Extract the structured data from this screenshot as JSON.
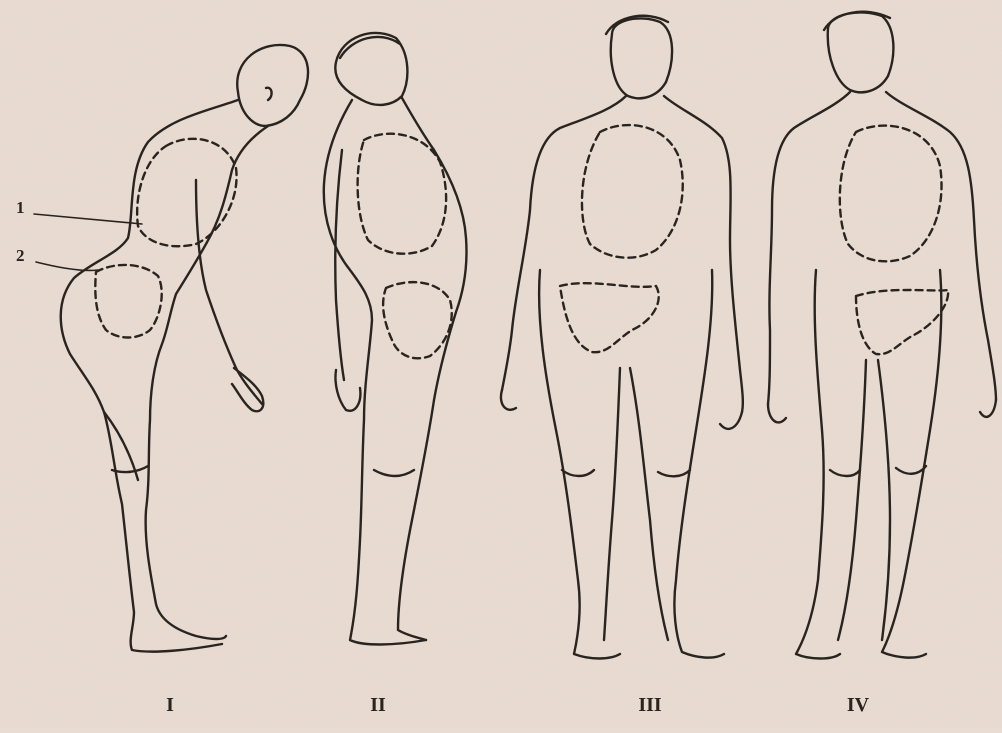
{
  "figure": {
    "callouts": [
      {
        "id": "1",
        "label": "1"
      },
      {
        "id": "2",
        "label": "2"
      }
    ],
    "panels": [
      {
        "id": "I",
        "caption": "I"
      },
      {
        "id": "II",
        "caption": "II"
      },
      {
        "id": "III",
        "caption": "III"
      },
      {
        "id": "IV",
        "caption": "IV"
      }
    ],
    "colors": {
      "paper": "#e9dcd2",
      "ink": "#2a2420"
    }
  }
}
